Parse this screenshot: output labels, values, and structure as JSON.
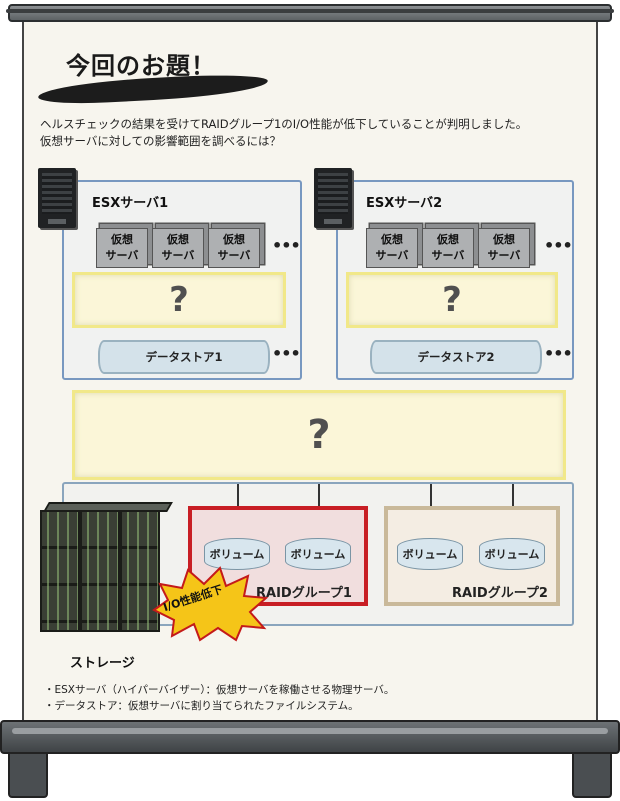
{
  "title": "今回のお題！",
  "question": [
    "ヘルスチェックの結果を受けてRAIDグループ1のI/O性能が低下していることが判明しました。",
    "仮想サーバに対しての影響範囲を調べるには？"
  ],
  "esx1": {
    "label": "ESXサーバ1",
    "vms": [
      [
        "仮想",
        "サーバ"
      ],
      [
        "仮想",
        "サーバ"
      ],
      [
        "仮想",
        "サーバ"
      ]
    ],
    "unknown": "?",
    "datastore": "データストア1"
  },
  "esx2": {
    "label": "ESXサーバ2",
    "vms": [
      [
        "仮想",
        "サーバ"
      ],
      [
        "仮想",
        "サーバ"
      ],
      [
        "仮想",
        "サーバ"
      ]
    ],
    "unknown": "?",
    "datastore": "データストア2"
  },
  "middle_unknown": "?",
  "ellipsis": "•••",
  "storage": {
    "label": "ストレージ",
    "raid1": {
      "label": "RAIDグループ1",
      "volumes": [
        "ボリューム",
        "ボリューム"
      ]
    },
    "raid2": {
      "label": "RAIDグループ2",
      "volumes": [
        "ボリューム",
        "ボリューム"
      ]
    },
    "alert": "I/O性能低下",
    "alert_color": "#f5c518"
  },
  "notes": [
    "・ESXサーバ（ハイパーバイザー）：仮想サーバを稼働させる物理サーバ。",
    "・データストア：仮想サーバに割り当てられたファイルシステム。"
  ],
  "colors": {
    "raid1_border": "#c81e24",
    "raid2_border": "#c9b99a",
    "esx_border": "#7898c0",
    "unknown_fill": "#fbf6d8"
  }
}
